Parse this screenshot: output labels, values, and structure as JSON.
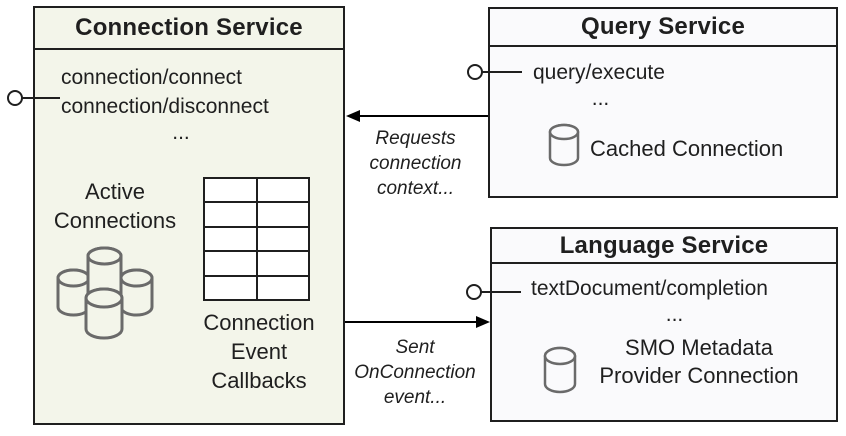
{
  "diagram": {
    "colors": {
      "connection_fill": "#f3f5ea",
      "service_fill": "#fafafc",
      "border": "#1f1f1f",
      "cylinder_stroke": "#6a6a6a"
    },
    "connection_service": {
      "title": "Connection Service",
      "methods": [
        "connection/connect",
        "connection/disconnect"
      ],
      "ellipsis": "...",
      "active_connections_label": [
        "Active",
        "Connections"
      ],
      "callbacks_label": [
        "Connection",
        "Event",
        "Callbacks"
      ],
      "table": {
        "rows": 5,
        "cols": 2
      }
    },
    "query_service": {
      "title": "Query Service",
      "method": "query/execute",
      "ellipsis": "...",
      "cached_connection_label": "Cached Connection"
    },
    "language_service": {
      "title": "Language Service",
      "method": "textDocument/completion",
      "ellipsis": "...",
      "smo_label": [
        "SMO Metadata",
        "Provider Connection"
      ]
    },
    "arrows": {
      "requests": {
        "lines": [
          "Requests",
          "connection",
          "context..."
        ]
      },
      "sent": {
        "lines": [
          "Sent",
          "OnConnection",
          "event..."
        ]
      }
    }
  }
}
